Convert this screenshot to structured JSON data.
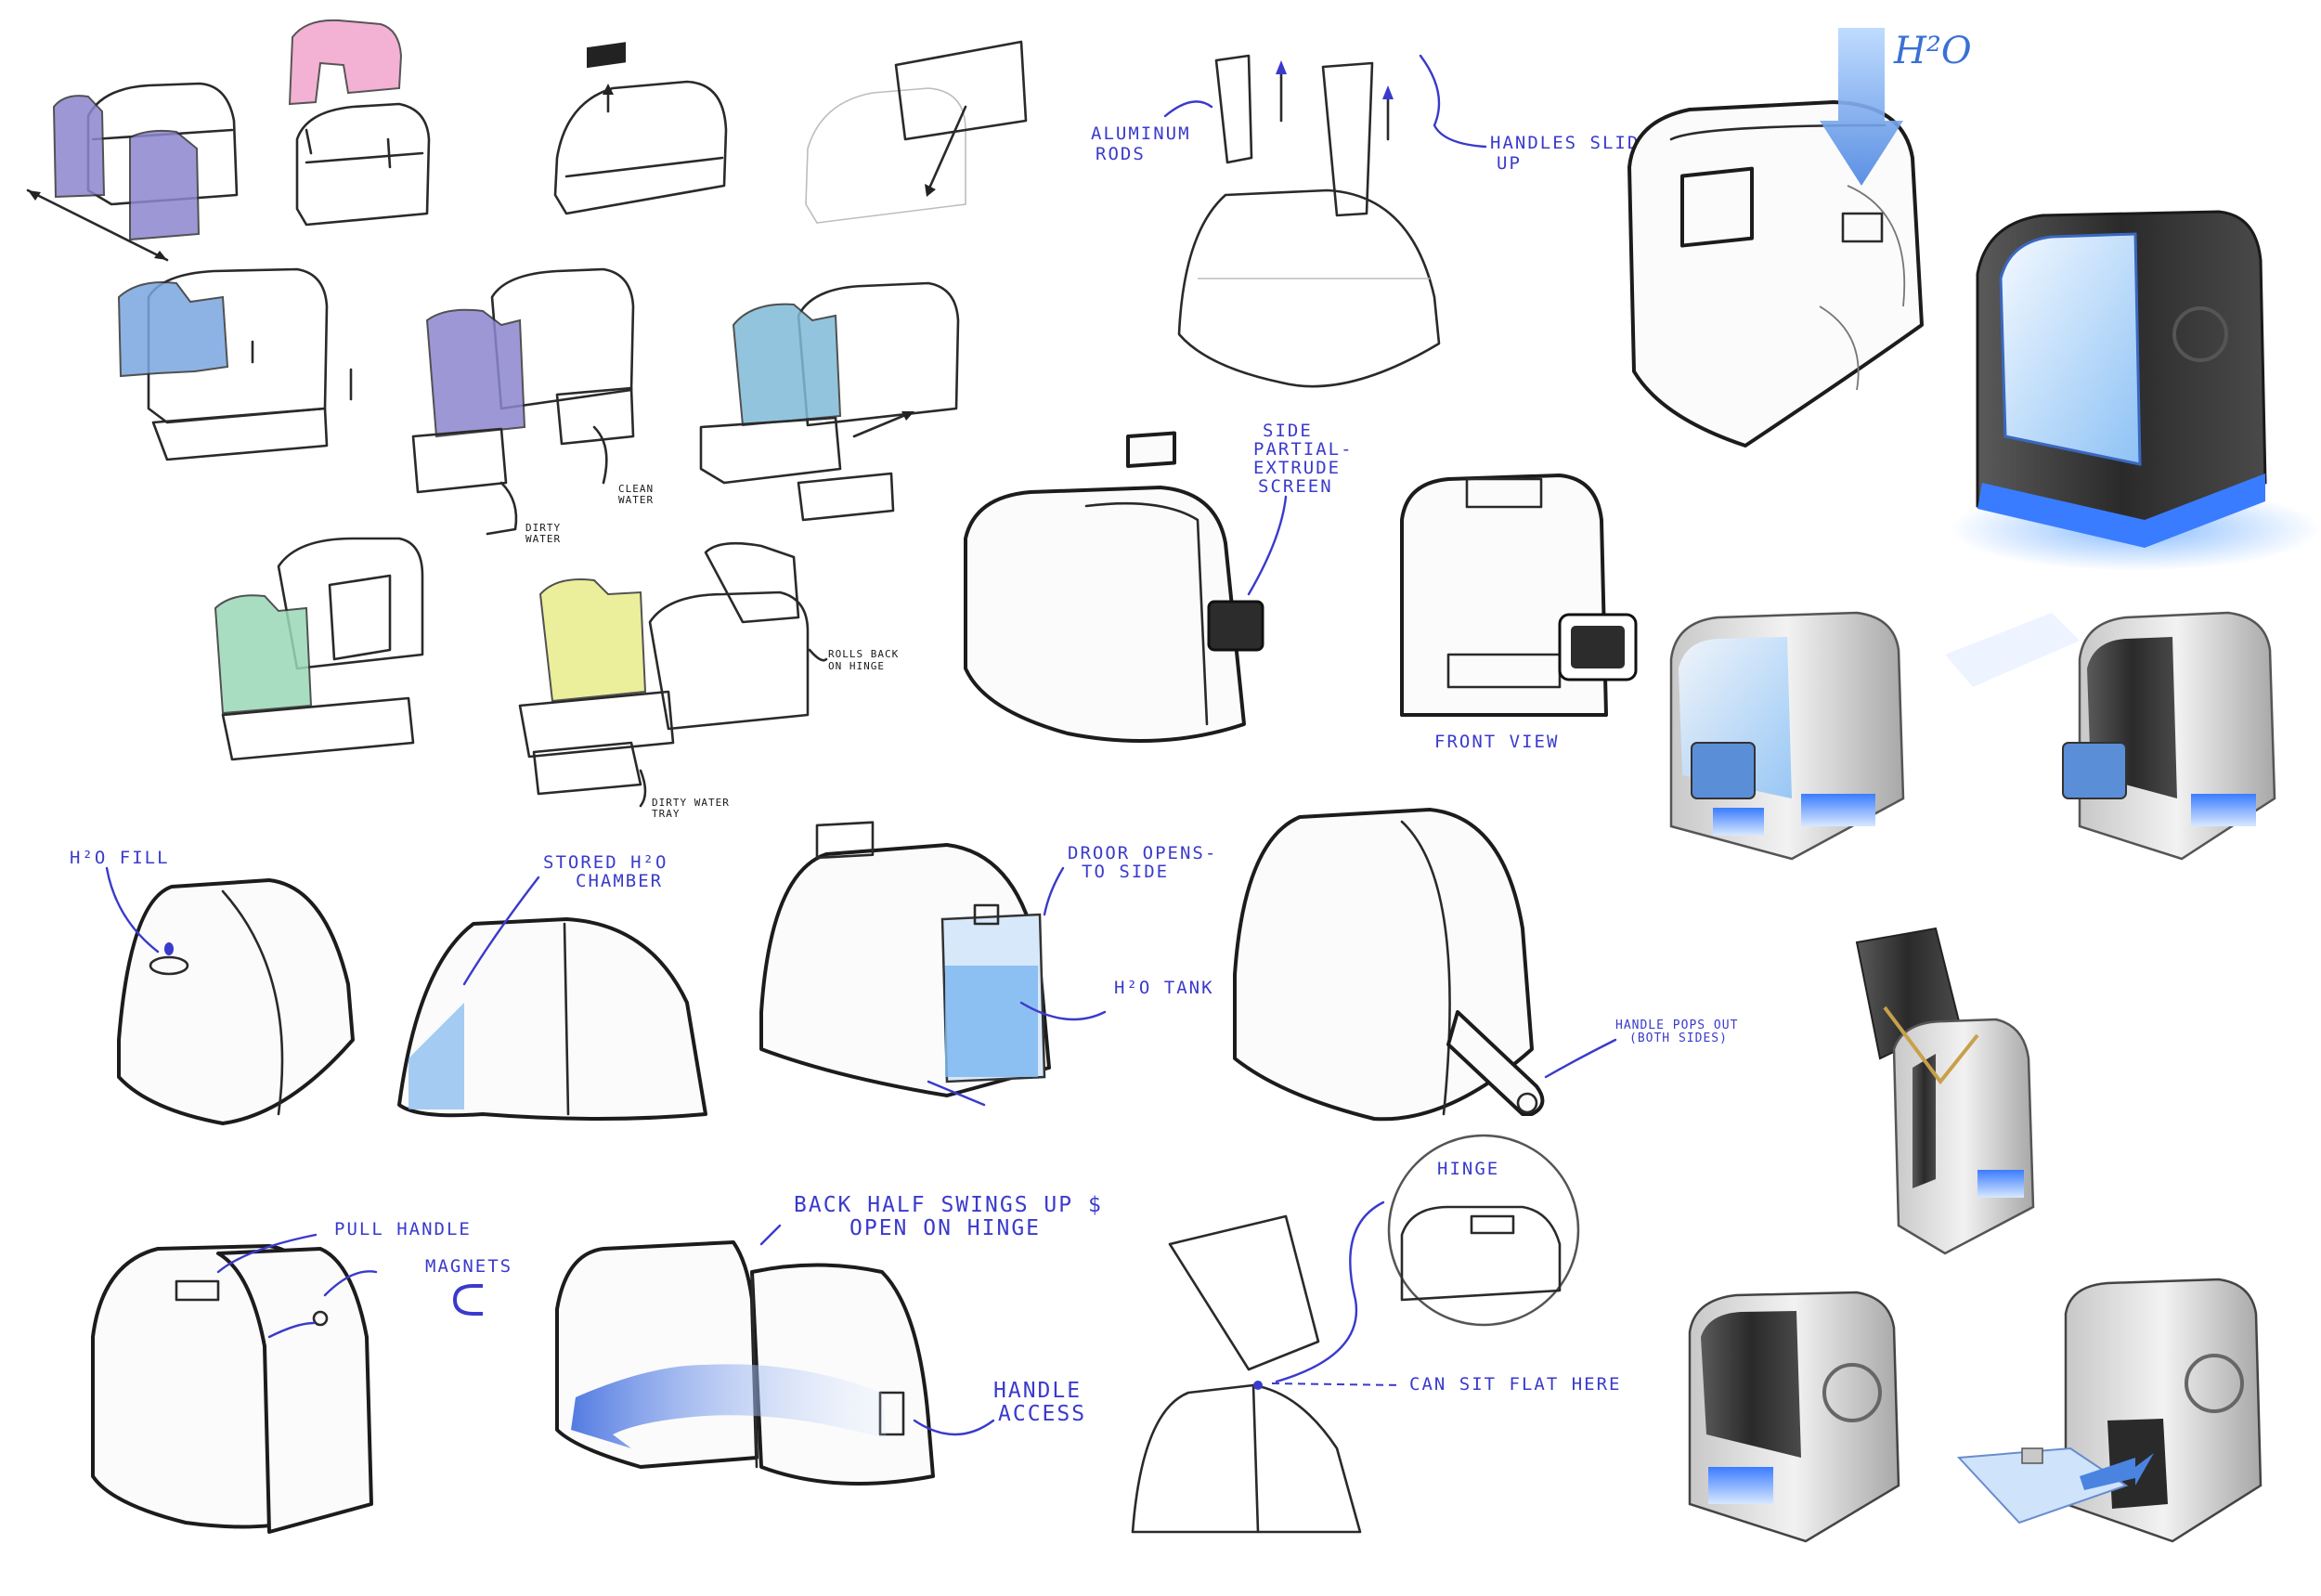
{
  "labels": {
    "aluminum_rods": [
      "ALUMINUM",
      "RODS"
    ],
    "handles_slide_up": [
      "HANDLES SLIDE",
      "UP"
    ],
    "side_partial_extrude_screen": [
      "SIDE",
      "PARTIAL-",
      "EXTRUDE",
      "SCREEN"
    ],
    "front_view": "FRONT VIEW",
    "h2o_big": "H²O",
    "clean_water": [
      "CLEAN",
      "WATER"
    ],
    "dirty_water": [
      "DIRTY",
      "WATER"
    ],
    "rolls_back_on_hinge": [
      "ROLLS BACK",
      "ON HINGE"
    ],
    "dirty_water_tray": [
      "DIRTY WATER",
      "TRAY"
    ],
    "h2o_fill": "H²O FILL",
    "stored_h2o_chamber": [
      "STORED H²O",
      "CHAMBER"
    ],
    "door_opens_to_side": [
      "DROOR OPENS-",
      "TO SIDE"
    ],
    "h2o_tank": "H²O TANK",
    "handle_pops_out": [
      "HANDLE POPS OUT",
      "(BOTH SIDES)"
    ],
    "pull_handle": "PULL HANDLE",
    "magnets": "MAGNETS",
    "back_half_swings": [
      "BACK HALF SWINGS UP $",
      "OPEN ON HINGE"
    ],
    "handle_access": [
      "HANDLE",
      "ACCESS"
    ],
    "hinge": "HINGE",
    "can_sit_flat_here": "CAN SIT FLAT HERE"
  },
  "colors": {
    "annotation": "#3a3acc",
    "purple": "#8c86cf",
    "pink": "#f2a9d0",
    "blue": "#7aa6e0",
    "teal": "#7fbcd8",
    "mint": "#9ad8b8",
    "yellow": "#e8ec8a",
    "water": "#7fb8f0",
    "glow": "#4a8cff",
    "dark": "#2b2b2b"
  }
}
